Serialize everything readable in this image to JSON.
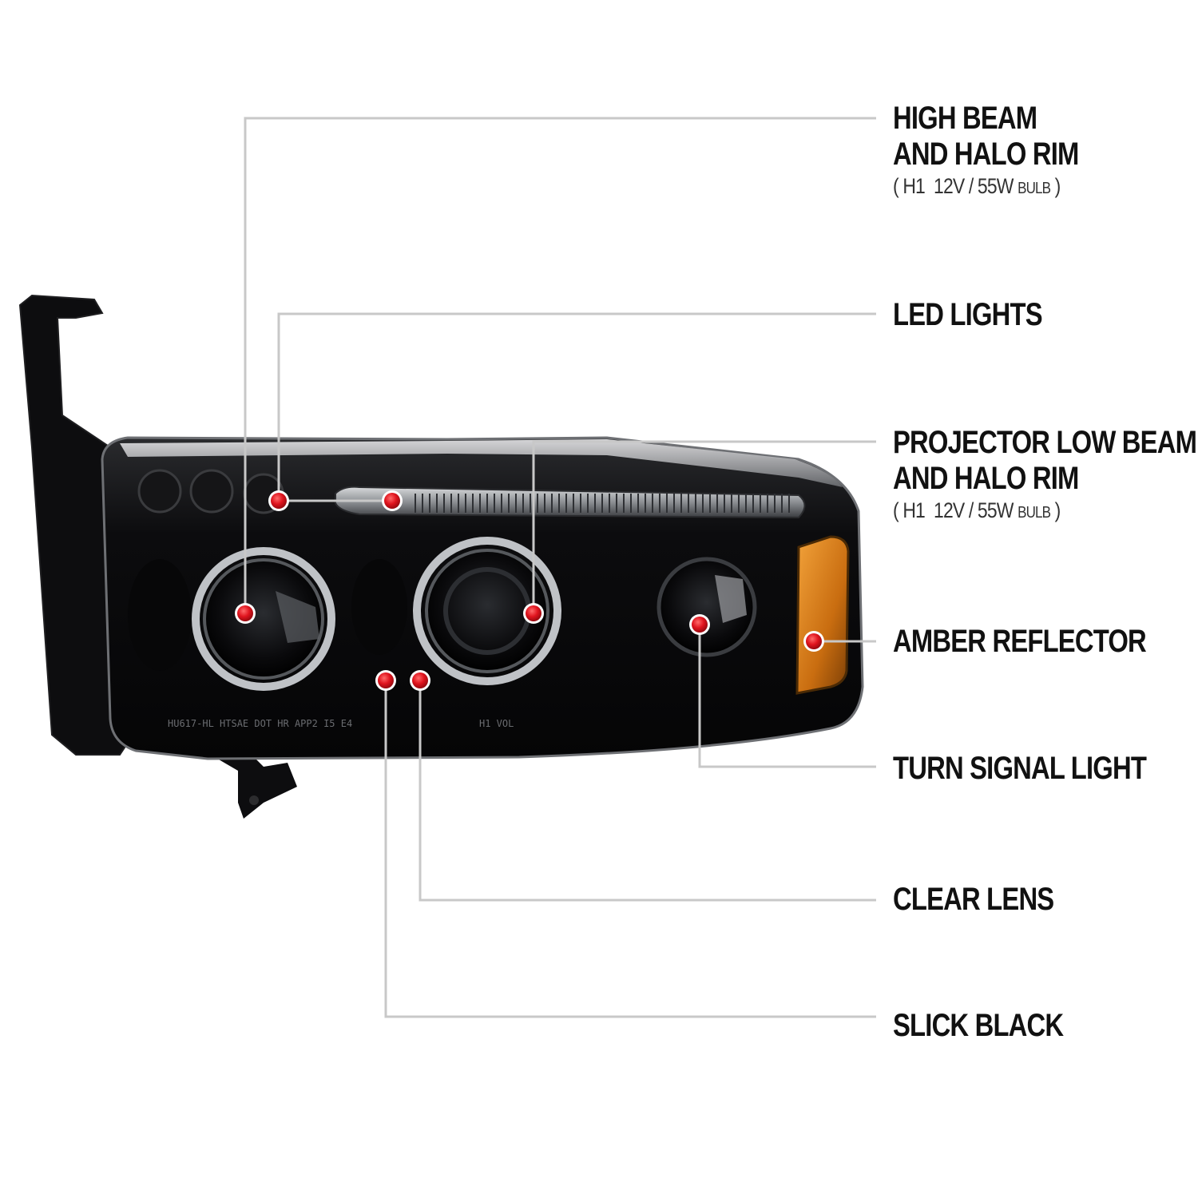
{
  "callouts": [
    {
      "id": "high-beam",
      "lines": [
        "HIGH BEAM",
        "AND HALO RIM"
      ],
      "note": {
        "open": "(",
        "bulb": "H1",
        "spec": "12V / 55W",
        "word": "BULB",
        "close": ")"
      }
    },
    {
      "id": "led-lights",
      "lines": [
        "LED LIGHTS"
      ]
    },
    {
      "id": "projector-low-beam",
      "lines": [
        "PROJECTOR LOW BEAM",
        "AND HALO RIM"
      ],
      "note": {
        "open": "(",
        "bulb": "H1",
        "spec": "12V / 55W",
        "word": "BULB",
        "close": ")"
      }
    },
    {
      "id": "amber-reflector",
      "lines": [
        "AMBER REFLECTOR"
      ]
    },
    {
      "id": "turn-signal",
      "lines": [
        "TURN SIGNAL LIGHT"
      ]
    },
    {
      "id": "clear-lens",
      "lines": [
        "CLEAR LENS"
      ]
    },
    {
      "id": "slick-black",
      "lines": [
        "SLICK BLACK"
      ]
    }
  ],
  "housing_text": {
    "stamp_left": "HU617-HL HTSAE DOT HR APP2 I5 E4",
    "stamp_right": "H1 VOL"
  },
  "colors": {
    "marker": "#e0141e",
    "leader": "#c8c8c8",
    "housing": "#0b0b0c",
    "amber": "#d9831a",
    "text": "#111111"
  }
}
